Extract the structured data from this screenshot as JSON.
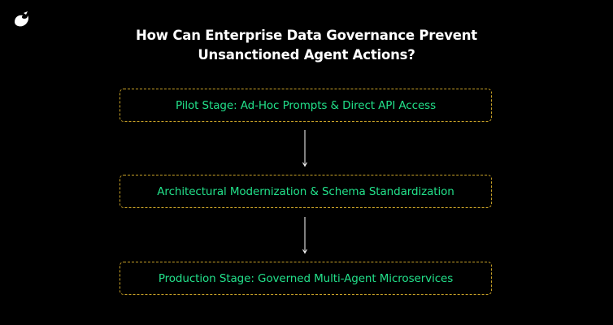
{
  "title": {
    "line1": "How Can Enterprise Data Governance Prevent",
    "line2": "Unsanctioned Agent Actions?"
  },
  "stages": [
    {
      "label": "Pilot Stage: Ad-Hoc Prompts & Direct API Access"
    },
    {
      "label": "Architectural Modernization & Schema Standardization"
    },
    {
      "label": "Production Stage: Governed Multi-Agent Microservices"
    }
  ],
  "icons": {
    "logo": "brand-logo-icon",
    "connector": "arrow-down-icon"
  },
  "colors": {
    "background": "#000000",
    "title": "#ffffff",
    "stage_text": "#22e08a",
    "stage_border": "#c9a227",
    "arrow": "#ffffff"
  }
}
